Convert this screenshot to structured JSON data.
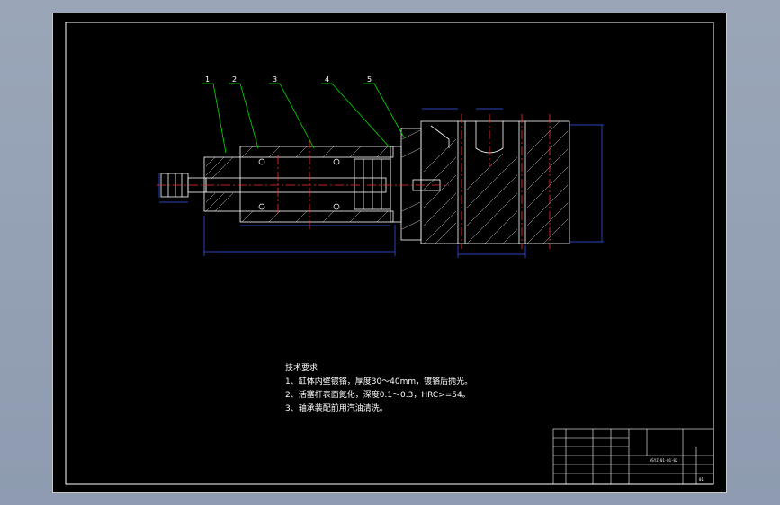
{
  "balloons": [
    "1",
    "2",
    "3",
    "4",
    "5"
  ],
  "notes": {
    "title": "技术要求",
    "lines": [
      "1、缸体内壁镀铬，厚度30～40mm，镀铬后抛光。",
      "2、活塞杆表面氮化，深度0.1～0.3，HRC>=54。",
      "3、轴承装配前用汽油清洗。"
    ]
  },
  "title_block": {
    "drawing_number": "HSYZ-01-01-02",
    "sheet": "01"
  },
  "colors": {
    "background": "#000000",
    "outline": "#ffffff",
    "centerline": "#ff3030",
    "dimension": "#3a5bff",
    "leader": "#00e000",
    "part": "#ffffff"
  }
}
